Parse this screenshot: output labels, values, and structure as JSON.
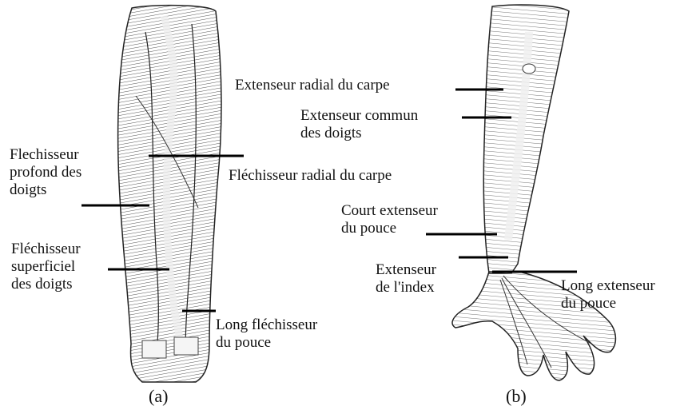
{
  "panel_a": {
    "caption": "(a)",
    "labels": {
      "flechisseur_profond": [
        "Flechisseur",
        "profond des",
        "doigts"
      ],
      "flechisseur_superficiel": [
        "Fléchisseur",
        "superficiel",
        "des doigts"
      ],
      "flechisseur_radial": [
        "Fléchisseur radial du carpe"
      ],
      "long_flechisseur_pouce": [
        "Long fléchisseur",
        "du pouce"
      ]
    }
  },
  "panel_b": {
    "caption": "(b)",
    "labels": {
      "extenseur_radial": [
        "Extenseur radial du carpe"
      ],
      "extenseur_commun": [
        "Extenseur commun",
        "des doigts"
      ],
      "court_extenseur_pouce": [
        "Court extenseur",
        "du pouce"
      ],
      "extenseur_index": [
        "Extenseur",
        "de l'index"
      ],
      "long_extenseur_pouce": [
        "Long extenseur",
        "du pouce"
      ]
    }
  }
}
